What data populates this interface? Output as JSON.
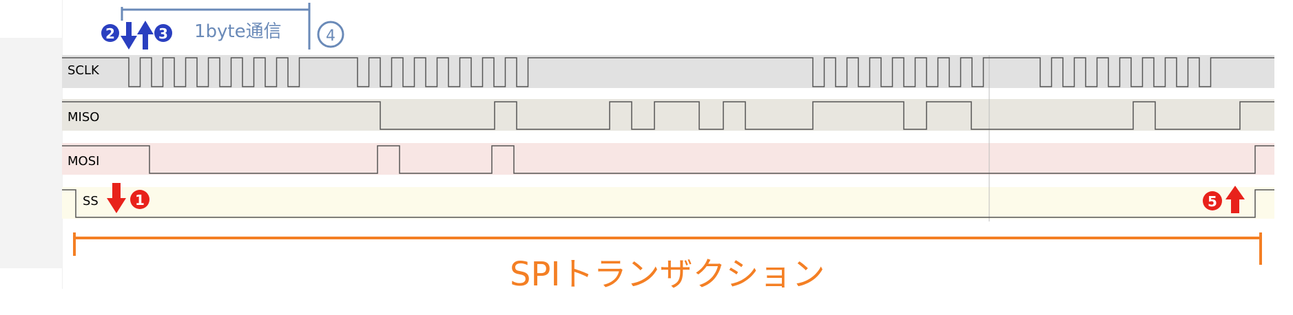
{
  "signals": [
    {
      "id": "sclk",
      "name": "SCLK",
      "label_color": "#2040d0",
      "band_color": "#e1e1e1",
      "line_color": "#7a2020"
    },
    {
      "id": "miso",
      "name": "MISO",
      "label_color": "#7a3020",
      "band_color": "#e8e6df",
      "line_color": "#3a3a3a"
    },
    {
      "id": "mosi",
      "name": "MOSI",
      "label_color": "#e02020",
      "band_color": "#f8e6e4",
      "line_color": "#3a3a3a"
    },
    {
      "id": "ss",
      "name": "SS",
      "label_color": "#222222",
      "band_color": "#fdfbea",
      "line_color": "#3a3a3a"
    }
  ],
  "annotations": {
    "byte_label": "1byte通信",
    "transaction_label": "SPIトランザクション",
    "step1": "1",
    "step2": "2",
    "step3": "3",
    "step4": "4",
    "step5": "5"
  },
  "colors": {
    "blue_marker": "#2a3fc0",
    "byte_bracket": "#6a8ab8",
    "red_marker": "#e8221b",
    "orange": "#f47f24",
    "trace_dots": "#2f8f2f"
  }
}
